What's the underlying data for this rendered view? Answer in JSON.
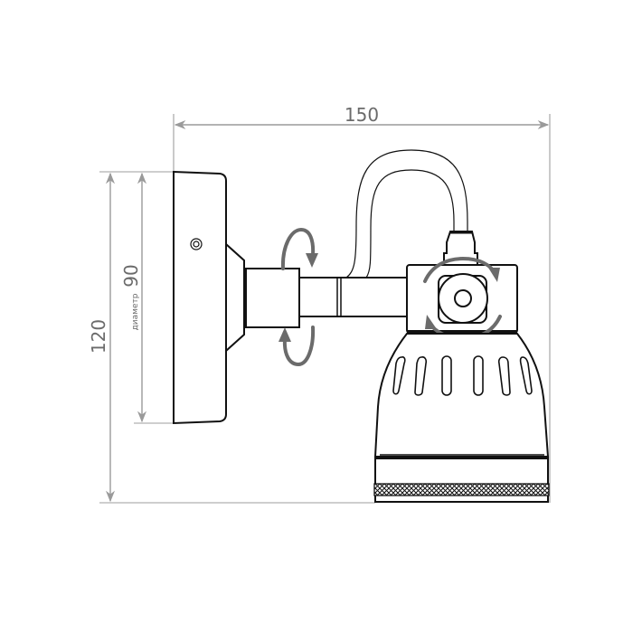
{
  "drawing": {
    "title": "Wall spotlight dimension drawing",
    "units_implied": "mm",
    "colors": {
      "outline": "#111111",
      "dimension": "#9a9a9a",
      "dimension_text": "#6b6b6b",
      "rotation_arrows": "#6b6b6b",
      "background": "#ffffff"
    },
    "dimensions": {
      "width": {
        "label": "150"
      },
      "height": {
        "label": "120"
      },
      "base_diameter": {
        "label": "90",
        "caption": "диаметр"
      }
    },
    "parts": [
      {
        "name": "wall-plate"
      },
      {
        "name": "mounting-screw"
      },
      {
        "name": "swivel-joint"
      },
      {
        "name": "arm"
      },
      {
        "name": "power-cable"
      },
      {
        "name": "lamp-holder"
      },
      {
        "name": "tilt-knob"
      },
      {
        "name": "lamp-shade"
      },
      {
        "name": "knurled-ring"
      }
    ],
    "annotations": [
      {
        "name": "rotation-arrows-swivel",
        "meaning": "rotation around arm axis"
      },
      {
        "name": "rotation-arrows-tilt",
        "meaning": "tilt rotation of lamp head"
      }
    ]
  }
}
